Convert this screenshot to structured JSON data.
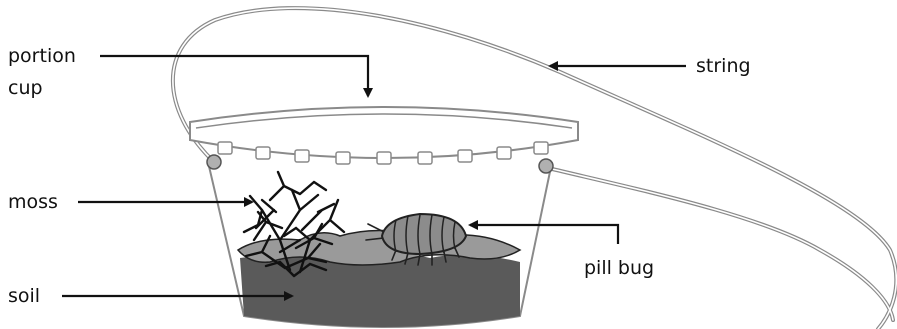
{
  "labels": {
    "portion_cup_line1": "portion",
    "portion_cup_line2": "cup",
    "string": "string",
    "moss": "moss",
    "pill_bug": "pill bug",
    "soil": "soil"
  },
  "colors": {
    "ink": "#111111",
    "outline": "#8a8a8a",
    "soil_dark": "#5a5a5a",
    "soil_surface": "#9a9a9a",
    "pill_bug_body": "#8c8c8c"
  },
  "icons": [
    "portion-cup-icon",
    "string-icon",
    "moss-icon",
    "pill-bug-icon",
    "soil-icon"
  ]
}
